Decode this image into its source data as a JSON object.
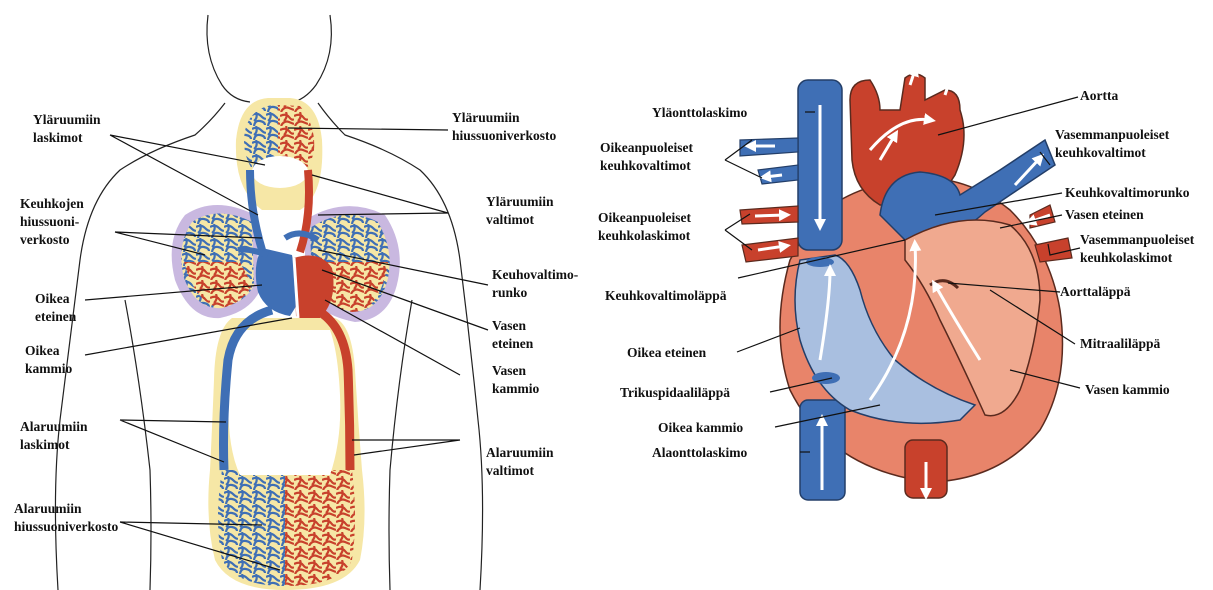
{
  "body_diagram": {
    "labels": {
      "upper_veins": [
        "Yläruumiin",
        "laskimot"
      ],
      "upper_capillaries": [
        "Yläruumiin",
        "hiussuoniverkosto"
      ],
      "upper_arteries": [
        "Yläruumiin",
        "valtimot"
      ],
      "lung_capillaries": [
        "Keuhkojen",
        "hiussuoni-",
        "verkosto"
      ],
      "pulmonary_trunk": [
        "Keuhovaltimo-",
        "runko"
      ],
      "right_atrium": [
        "Oikea",
        "eteinen"
      ],
      "left_atrium": [
        "Vasen",
        "eteinen"
      ],
      "right_ventricle": [
        "Oikea",
        "kammio"
      ],
      "left_ventricle": [
        "Vasen",
        "kammio"
      ],
      "lower_veins": [
        "Alaruumiin",
        "laskimot"
      ],
      "lower_arteries": [
        "Alaruumiin",
        "valtimot"
      ],
      "lower_capillaries": [
        "Alaruumiin",
        "hiussuoniverkosto"
      ]
    }
  },
  "heart_diagram": {
    "labels": {
      "superior_vena_cava": [
        "Yläonttolaskimo"
      ],
      "aorta": [
        "Aortta"
      ],
      "right_pulmonary_arteries": [
        "Oikeanpuoleiset",
        "keuhkovaltimot"
      ],
      "left_pulmonary_arteries": [
        "Vasemmanpuoleiset",
        "keuhkovaltimot"
      ],
      "pulmonary_trunk": [
        "Keuhkovaltimorunko"
      ],
      "left_atrium": [
        "Vasen eteinen"
      ],
      "right_pulmonary_veins": [
        "Oikeanpuoleiset",
        "keuhkolaskimot"
      ],
      "left_pulmonary_veins": [
        "Vasemmanpuoleiset",
        "keuhkolaskimot"
      ],
      "pulmonary_valve": [
        "Keuhkovaltimoläppä"
      ],
      "aortic_valve": [
        "Aorttaläppä"
      ],
      "right_atrium": [
        "Oikea eteinen"
      ],
      "mitral_valve": [
        "Mitraaliläppä"
      ],
      "tricuspid_valve": [
        "Trikuspidaaliläppä"
      ],
      "left_ventricle": [
        "Vasen kammio"
      ],
      "right_ventricle": [
        "Oikea kammio"
      ],
      "inferior_vena_cava": [
        "Alaonttolaskimo"
      ]
    }
  },
  "colors": {
    "vein": "#3f6fb5",
    "artery": "#c8412c",
    "halo_yellow": "#f6e7a6",
    "halo_purple": "#b9a6d6",
    "heart_tissue": "#e8846a",
    "heart_light": "#f0a98f",
    "right_chamber": "#a9bfe0"
  }
}
